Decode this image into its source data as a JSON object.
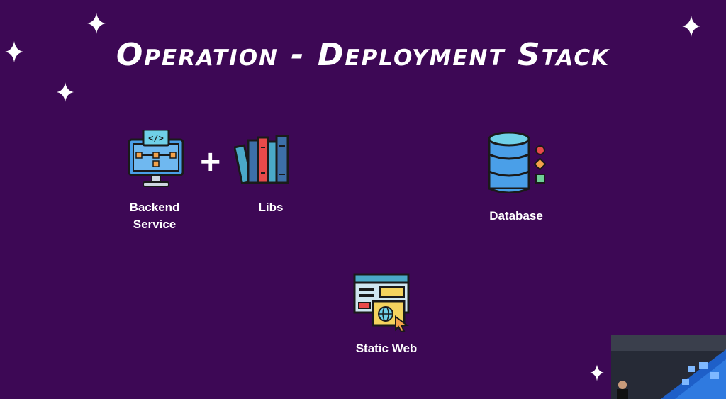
{
  "slide": {
    "title": "Operation - Deployment Stack",
    "items": {
      "backend": {
        "label_line1": "Backend",
        "label_line2": "Service",
        "icon": "monitor-code-icon"
      },
      "libs": {
        "label": "Libs",
        "icon": "books-icon"
      },
      "database": {
        "label": "Database",
        "icon": "database-icon"
      },
      "static_web": {
        "label": "Static Web",
        "icon": "web-browser-globe-icon"
      }
    },
    "plus_symbol": "+"
  },
  "colors": {
    "background": "#3d0855",
    "text": "#ffffff",
    "accent_blue": "#4a9fe8",
    "accent_yellow": "#f4d35e",
    "accent_red": "#e84a4a",
    "accent_green": "#6fcf97"
  },
  "webcam": {
    "icon": "webcam-overlay-icon"
  }
}
